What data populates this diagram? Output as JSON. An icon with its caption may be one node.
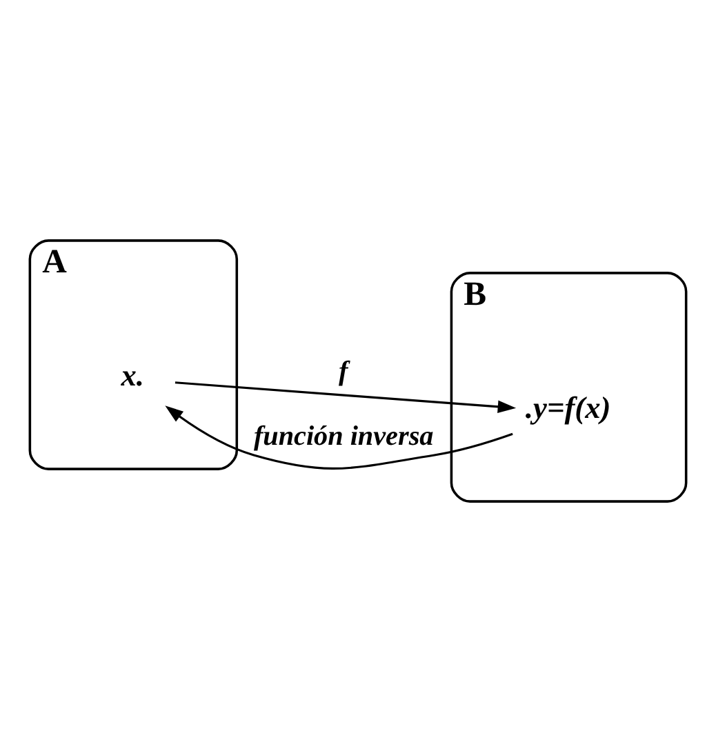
{
  "diagram": {
    "nodes": [
      {
        "text": [
          "A"
        ]
      },
      {
        "text": [
          "x."
        ],
        "in": 0
      },
      {
        "text": [
          "B"
        ]
      },
      {
        "text": [
          ".y=f(x)"
        ],
        "in": 2
      }
    ],
    "edges": [
      {
        "from": 1,
        "to": 3,
        "arrow": "to",
        "label": "f"
      },
      {
        "from": 3,
        "to": 1,
        "arrow": "to",
        "label": "función inversa"
      }
    ]
  }
}
